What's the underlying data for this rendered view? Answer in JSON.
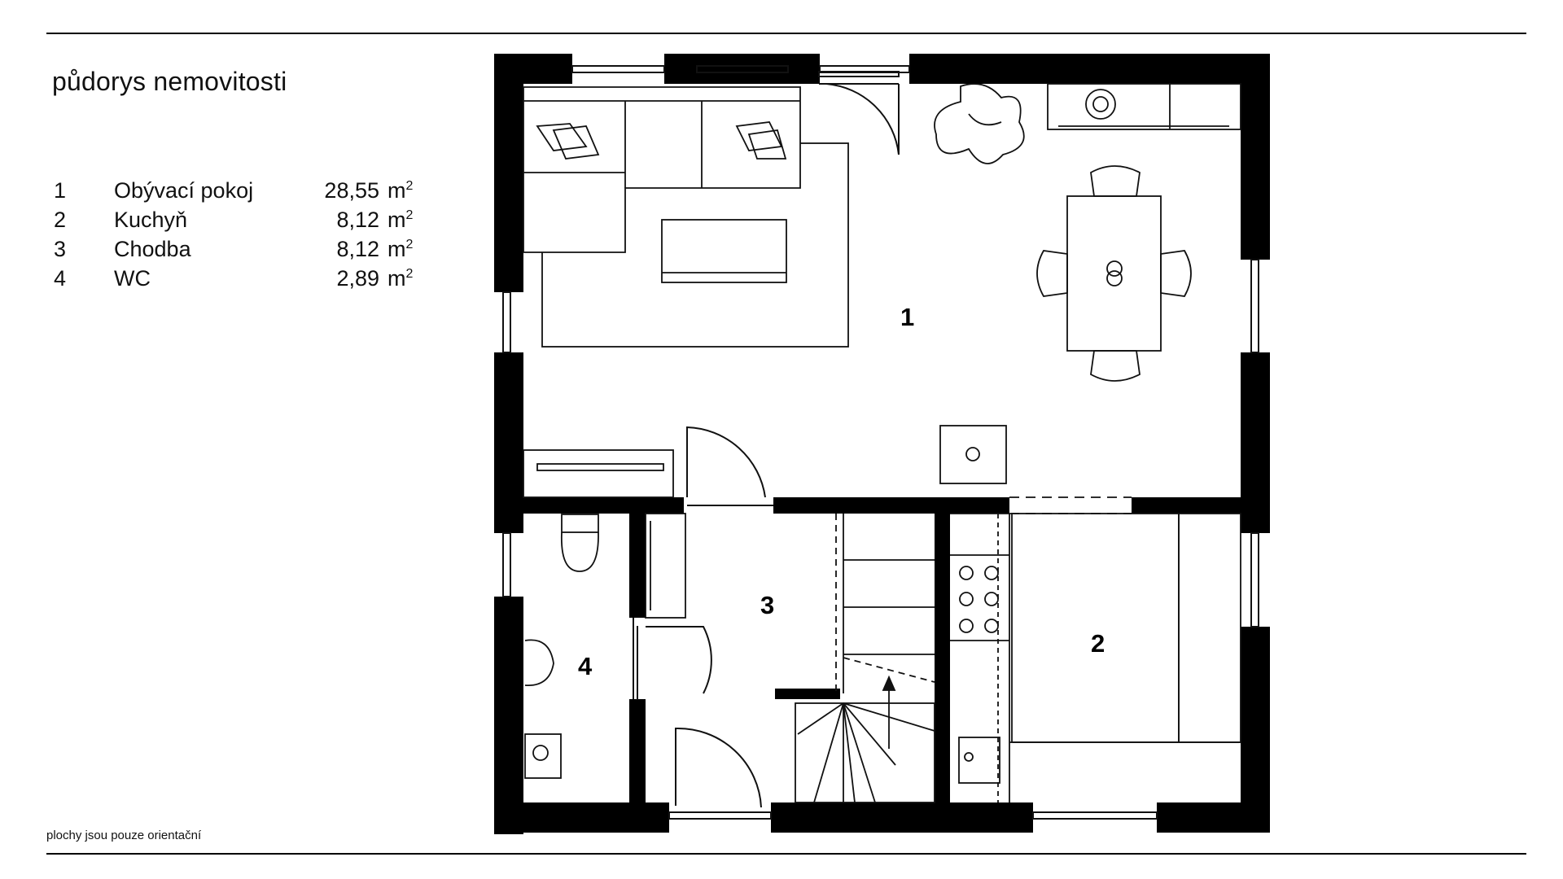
{
  "title": "půdorys nemovitosti",
  "rooms": [
    {
      "number": "1",
      "name": "Obývací pokoj",
      "area": "28,55",
      "unit": "m",
      "unit_sup": "2"
    },
    {
      "number": "2",
      "name": "Kuchyň",
      "area": "8,12",
      "unit": "m",
      "unit_sup": "2"
    },
    {
      "number": "3",
      "name": "Chodba",
      "area": "8,12",
      "unit": "m",
      "unit_sup": "2"
    },
    {
      "number": "4",
      "name": "WC",
      "area": "2,89",
      "unit": "m",
      "unit_sup": "2"
    }
  ],
  "note": "plochy jsou pouze orientační",
  "plan_labels": {
    "room1": "1",
    "room2": "2",
    "room3": "3",
    "room4": "4"
  },
  "colors": {
    "wall": "#000000",
    "line": "#111111",
    "background": "#ffffff"
  }
}
